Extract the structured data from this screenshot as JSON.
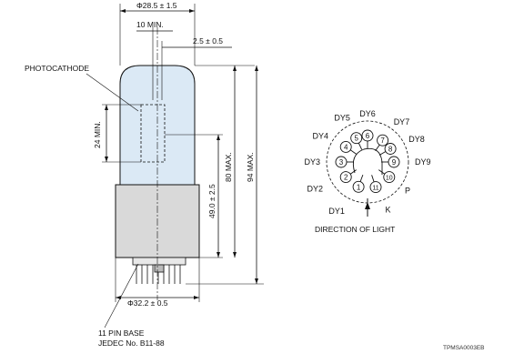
{
  "tube": {
    "dim_top_diameter": "Φ28.5 ± 1.5",
    "dim_cathode_min": "10 MIN.",
    "dim_offset": "2.5 ± 0.5",
    "label_photocathode": "PHOTOCATHODE",
    "dim_24min": "24 MIN.",
    "dim_49": "49.0 ± 2.5",
    "dim_80max": "80 MAX.",
    "dim_94max": "94 MAX.",
    "dim_base_diameter": "Φ32.2 ± 0.5",
    "base_line1": "11 PIN BASE",
    "base_line2": "JEDEC No. B11-88"
  },
  "pinout": {
    "pins": [
      {
        "num": "1",
        "name": "DY1"
      },
      {
        "num": "2",
        "name": "DY2"
      },
      {
        "num": "3",
        "name": "DY3"
      },
      {
        "num": "4",
        "name": "DY4"
      },
      {
        "num": "5",
        "name": "DY5"
      },
      {
        "num": "6",
        "name": "DY6"
      },
      {
        "num": "7",
        "name": "DY7"
      },
      {
        "num": "8",
        "name": "DY8"
      },
      {
        "num": "9",
        "name": "DY9"
      },
      {
        "num": "10",
        "name": "P"
      },
      {
        "num": "11",
        "name": "K"
      }
    ],
    "direction_label": "DIRECTION OF LIGHT"
  },
  "code": "TPMSA0003EB",
  "colors": {
    "glass": "#dbe9f5",
    "base": "#d9d9d9",
    "line": "#111111"
  }
}
